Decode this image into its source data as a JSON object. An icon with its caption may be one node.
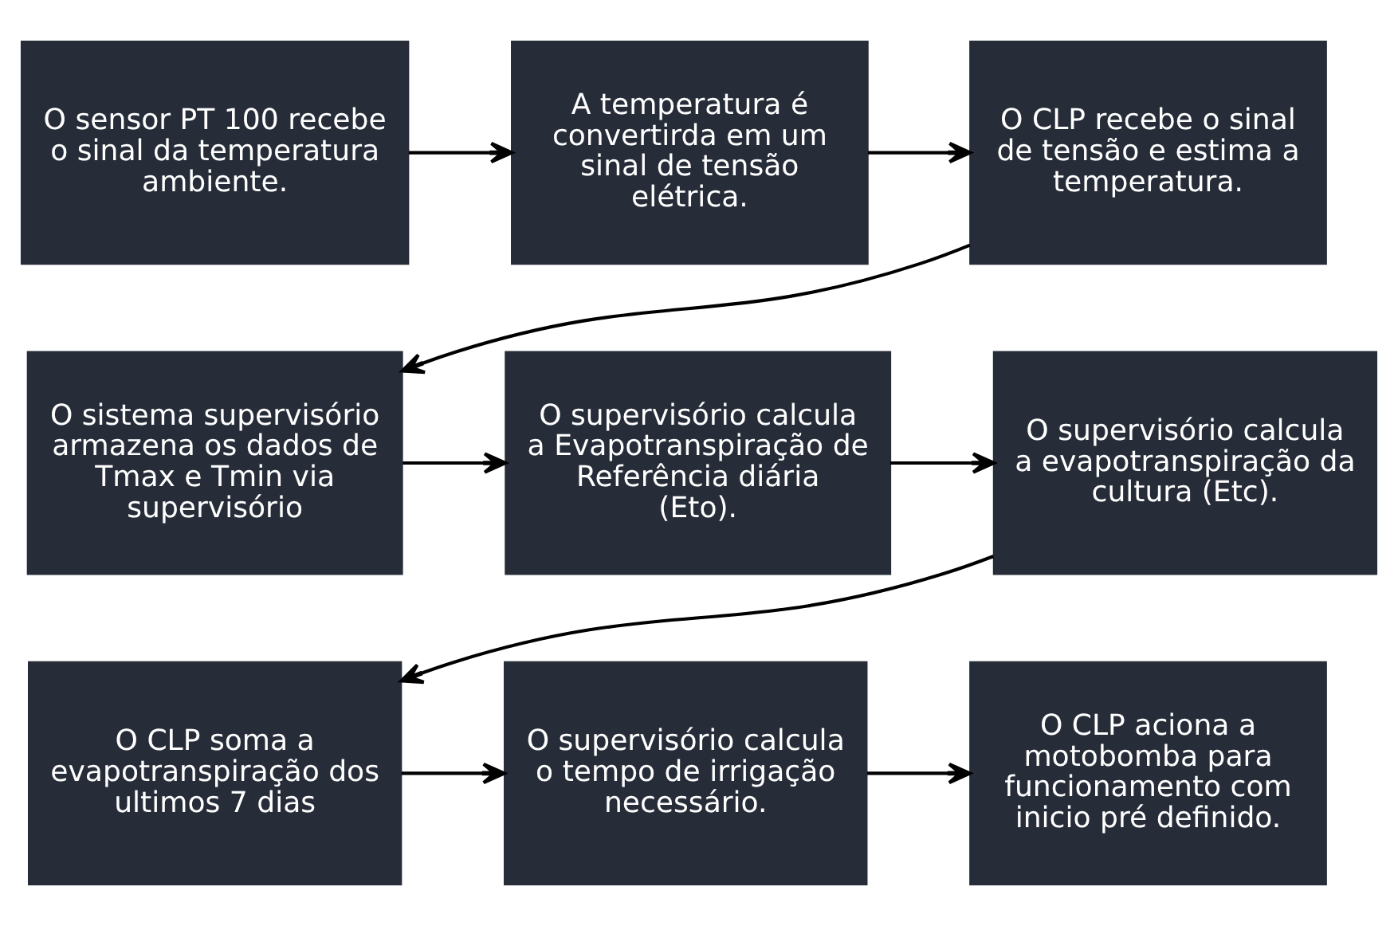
{
  "diagram": {
    "nodes": [
      {
        "text": [
          "O sensor PT 100 recebe o sinal da temperatura ambiente."
        ]
      },
      {
        "text": [
          "A temperatura é convertirda em um sinal de tensão elétrica."
        ]
      },
      {
        "text": [
          "O CLP recebe o sinal de tensão e estima a temperatura."
        ]
      },
      {
        "text": [
          "O sistema supervisório armazena os dados de Tmax e Tmin via supervisório"
        ]
      },
      {
        "text": [
          "O supervisório calcula a Evapotranspiração de Referência diária (Eto)."
        ]
      },
      {
        "text": [
          "O supervisório calcula a evapotranspiração da cultura (Etc)."
        ]
      },
      {
        "text": [
          "O CLP soma a evapotranspiração dos ultimos 7 dias"
        ]
      },
      {
        "text": [
          "O supervisório calcula o tempo de irrigação necessário."
        ]
      },
      {
        "text": [
          "O CLP aciona a motobomba para funcionamento com inicio pré definido."
        ]
      }
    ],
    "edges": [
      {
        "from": 0,
        "to": 1,
        "arrow": "to"
      },
      {
        "from": 1,
        "to": 2,
        "arrow": "to"
      },
      {
        "from": 2,
        "to": 3,
        "arrow": "to"
      },
      {
        "from": 3,
        "to": 4,
        "arrow": "to"
      },
      {
        "from": 4,
        "to": 5,
        "arrow": "to"
      },
      {
        "from": 5,
        "to": 6,
        "arrow": "to"
      },
      {
        "from": 6,
        "to": 7,
        "arrow": "to"
      },
      {
        "from": 7,
        "to": 8,
        "arrow": "to"
      }
    ]
  }
}
